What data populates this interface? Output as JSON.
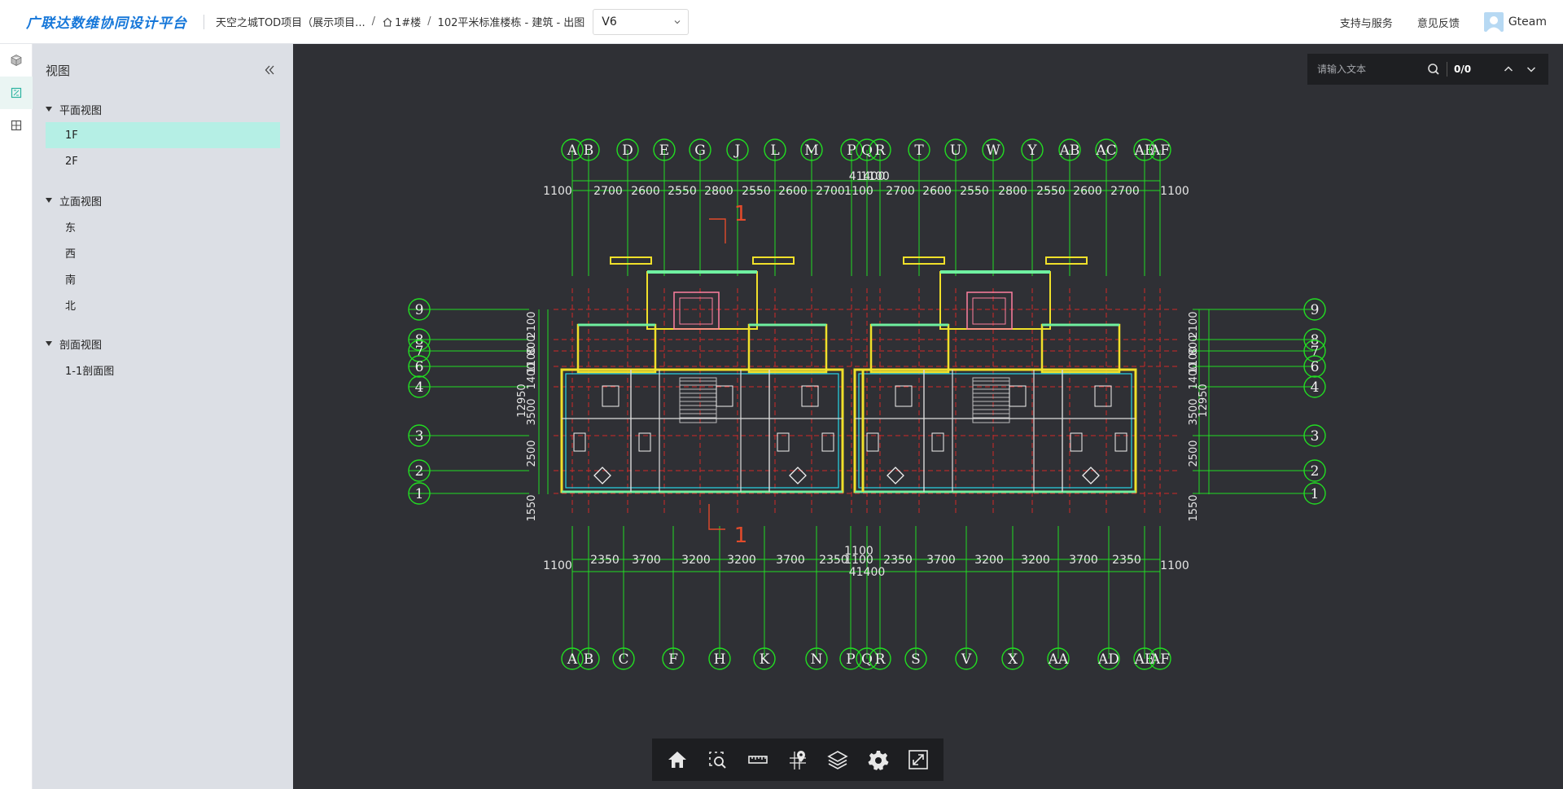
{
  "header": {
    "logo": "广联达数维协同设计平台",
    "project": "天空之城TOD项目（展示项目...",
    "building": "1#楼",
    "path": "102平米标准楼栋 - 建筑 - 出图",
    "version": "V6",
    "support": "支持与服务",
    "feedback": "意见反馈",
    "user": "Gteam"
  },
  "panel": {
    "title": "视图",
    "groups": [
      {
        "title": "平面视图",
        "items": [
          "1F",
          "2F"
        ]
      },
      {
        "title": "立面视图",
        "items": [
          "东",
          "西",
          "南",
          "北"
        ]
      },
      {
        "title": "剖面视图",
        "items": [
          "1-1剖面图"
        ]
      }
    ]
  },
  "search": {
    "placeholder": "请输入文本",
    "count": "0/0"
  },
  "drawing": {
    "top_axes": [
      "A",
      "B",
      "D",
      "E",
      "G",
      "J",
      "L",
      "M",
      "P",
      "Q",
      "R",
      "T",
      "U",
      "W",
      "Y",
      "AB",
      "AC",
      "AE",
      "AF"
    ],
    "bottom_axes": [
      "A",
      "B",
      "C",
      "F",
      "H",
      "K",
      "N",
      "P",
      "Q",
      "R",
      "S",
      "V",
      "X",
      "AA",
      "AD",
      "AE",
      "AF"
    ],
    "row_axes": [
      "9",
      "8",
      "7",
      "6",
      "4",
      "3",
      "2",
      "1"
    ],
    "top_dims": [
      "1100",
      "2700",
      "2600",
      "2550",
      "2800",
      "2550",
      "2600",
      "2700",
      "1100",
      "2700",
      "2600",
      "2550",
      "2800",
      "2550",
      "2600",
      "2700",
      "1100"
    ],
    "top_total": "41400",
    "top_small": "1100",
    "bottom_dims": [
      "1100",
      "2350",
      "3700",
      "3200",
      "3200",
      "3700",
      "2350",
      "1100",
      "2350",
      "3700",
      "3200",
      "3200",
      "3700",
      "2350",
      "1100"
    ],
    "bottom_mid": "1100",
    "bottom_total": "41400",
    "left_dims": [
      "2100",
      "800",
      "1100",
      "1400",
      "3500",
      "2500",
      "1550"
    ],
    "left_total": "12950",
    "right_dims": [
      "2100",
      "800",
      "1100",
      "1400",
      "3500",
      "2500",
      "1550"
    ],
    "right_total": "12950",
    "section_mark": "1"
  },
  "toolbar": [
    "home-icon",
    "zoom-window-icon",
    "measure-icon",
    "location-pin-icon",
    "layers-icon",
    "settings-icon",
    "fullscreen-icon"
  ],
  "colors": {
    "accent": "#1677d9",
    "active_item": "#b5efe5",
    "viewer_bg": "#2f3035",
    "axis_green": "#22dd22"
  }
}
